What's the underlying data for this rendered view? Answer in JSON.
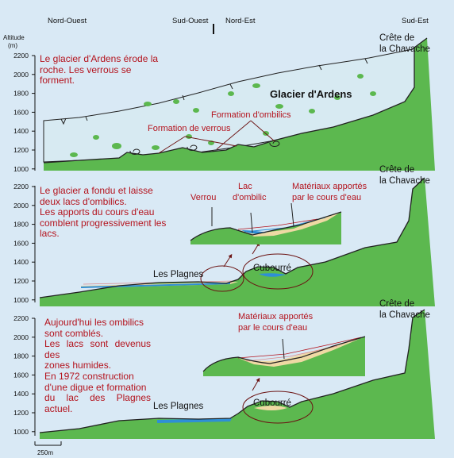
{
  "directions": [
    "Nord-Ouest",
    "Sud-Ouest",
    "Nord-Est",
    "Sud-Est"
  ],
  "axis": {
    "title": "Altitude",
    "unit": "(m)",
    "ticks": [
      "2200",
      "2000",
      "1800",
      "1600",
      "1400",
      "1200",
      "1000"
    ]
  },
  "summit": "Crête de\nla Chavache",
  "scale_bar": "250m",
  "colors": {
    "terrain": "#5cb84f",
    "ice": "#d7eaf2",
    "water": "#2e8fd6",
    "sediment": "#efd9a4",
    "text_red": "#b4131d"
  },
  "panels": [
    {
      "note": [
        "Le glacier d'Ardens érode la",
        "roche. Les verrous se",
        "forment."
      ],
      "glacier_label": "Glacier d'Ardens",
      "labels": [
        "Formation d'ombilics",
        "Formation de verrous"
      ]
    },
    {
      "note": [
        "Le glacier a fondu et laisse",
        "deux lacs d'ombilics.",
        "Les apports du cours d'eau",
        "comblent progressivement les",
        "lacs."
      ],
      "labels": [
        "Verrou",
        "Lac\nd'ombilic",
        "Matériaux apportés\npar le cours d'eau",
        "Les Plagnes",
        "Cubourré"
      ]
    },
    {
      "note": [
        "Aujourd'hui les ombilics",
        "sont comblés.",
        "Les lacs sont devenus des",
        "zones humides.",
        "En 1972 construction",
        "d'une digue et formation",
        "du lac des Plagnes actuel."
      ],
      "labels": [
        "Matériaux apportés\npar le cours d'eau",
        "Les Plagnes",
        "Cubourré"
      ]
    }
  ]
}
